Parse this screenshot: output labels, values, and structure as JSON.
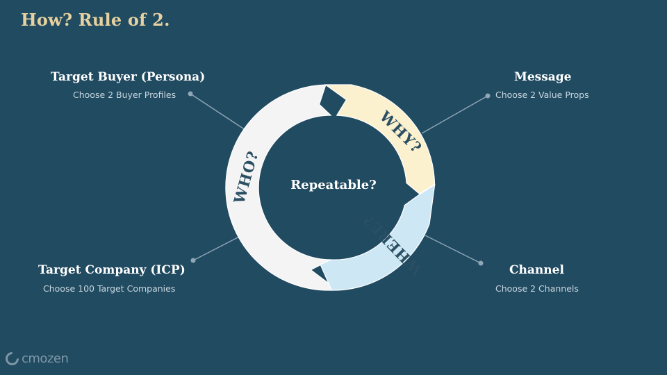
{
  "slide": {
    "title": "How? Rule of 2.",
    "center_label": "Repeatable?",
    "segments": [
      {
        "id": "who",
        "label": "WHO?",
        "color": "#f4f4f5"
      },
      {
        "id": "why",
        "label": "WHY?",
        "color": "#fcf1cf"
      },
      {
        "id": "where",
        "label": "WHERE?",
        "color": "#cde8f4"
      }
    ],
    "callouts": {
      "top_left": {
        "heading": "Target Buyer (Persona)",
        "sub": "Choose 2 Buyer Profiles"
      },
      "top_right": {
        "heading": "Message",
        "sub": "Choose 2 Value Props"
      },
      "bottom_left": {
        "heading": "Target Company (ICP)",
        "sub": "Choose 100 Target Companies"
      },
      "bottom_right": {
        "heading": "Channel",
        "sub": "Choose 2 Channels"
      }
    },
    "logo": {
      "text": "cmozen"
    },
    "colors": {
      "background": "#214b61",
      "title": "#e7d1a0",
      "segment_text": "#2a4f63",
      "connector": "#8fa7b6"
    }
  }
}
